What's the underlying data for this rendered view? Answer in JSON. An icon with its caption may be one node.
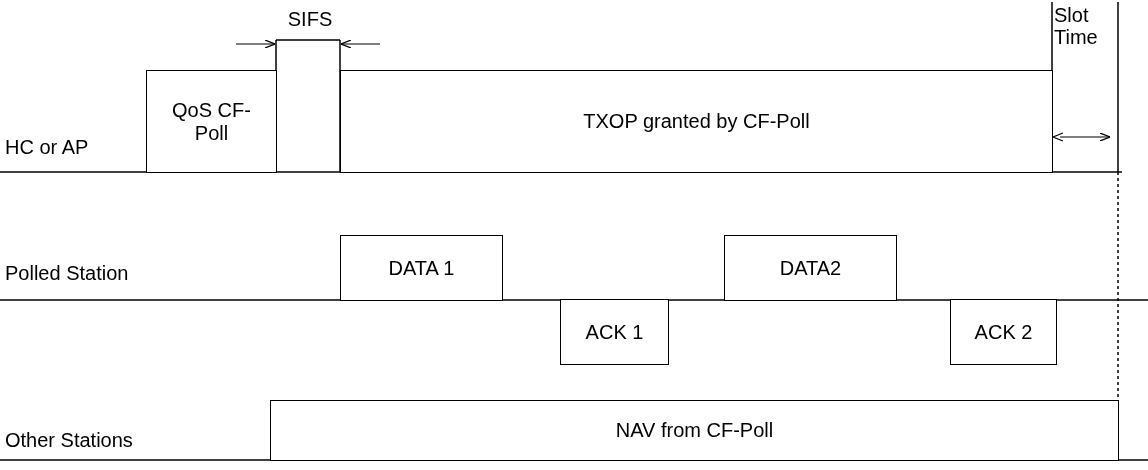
{
  "diagram": {
    "nodes": [
      {
        "text": [
          "QoS CF-Poll"
        ]
      },
      {
        "text": [
          "TXOP granted by CF-Poll"
        ]
      },
      {
        "text": [
          "DATA 1"
        ]
      },
      {
        "text": [
          "ACK 1"
        ]
      },
      {
        "text": [
          "DATA2"
        ]
      },
      {
        "text": [
          "ACK 2"
        ]
      },
      {
        "text": [
          "NAV from CF-Poll"
        ]
      }
    ],
    "edges": [],
    "labels": [
      "SIFS",
      "Slot Time",
      "HC or AP",
      "Polled Station",
      "Other Stations"
    ]
  }
}
